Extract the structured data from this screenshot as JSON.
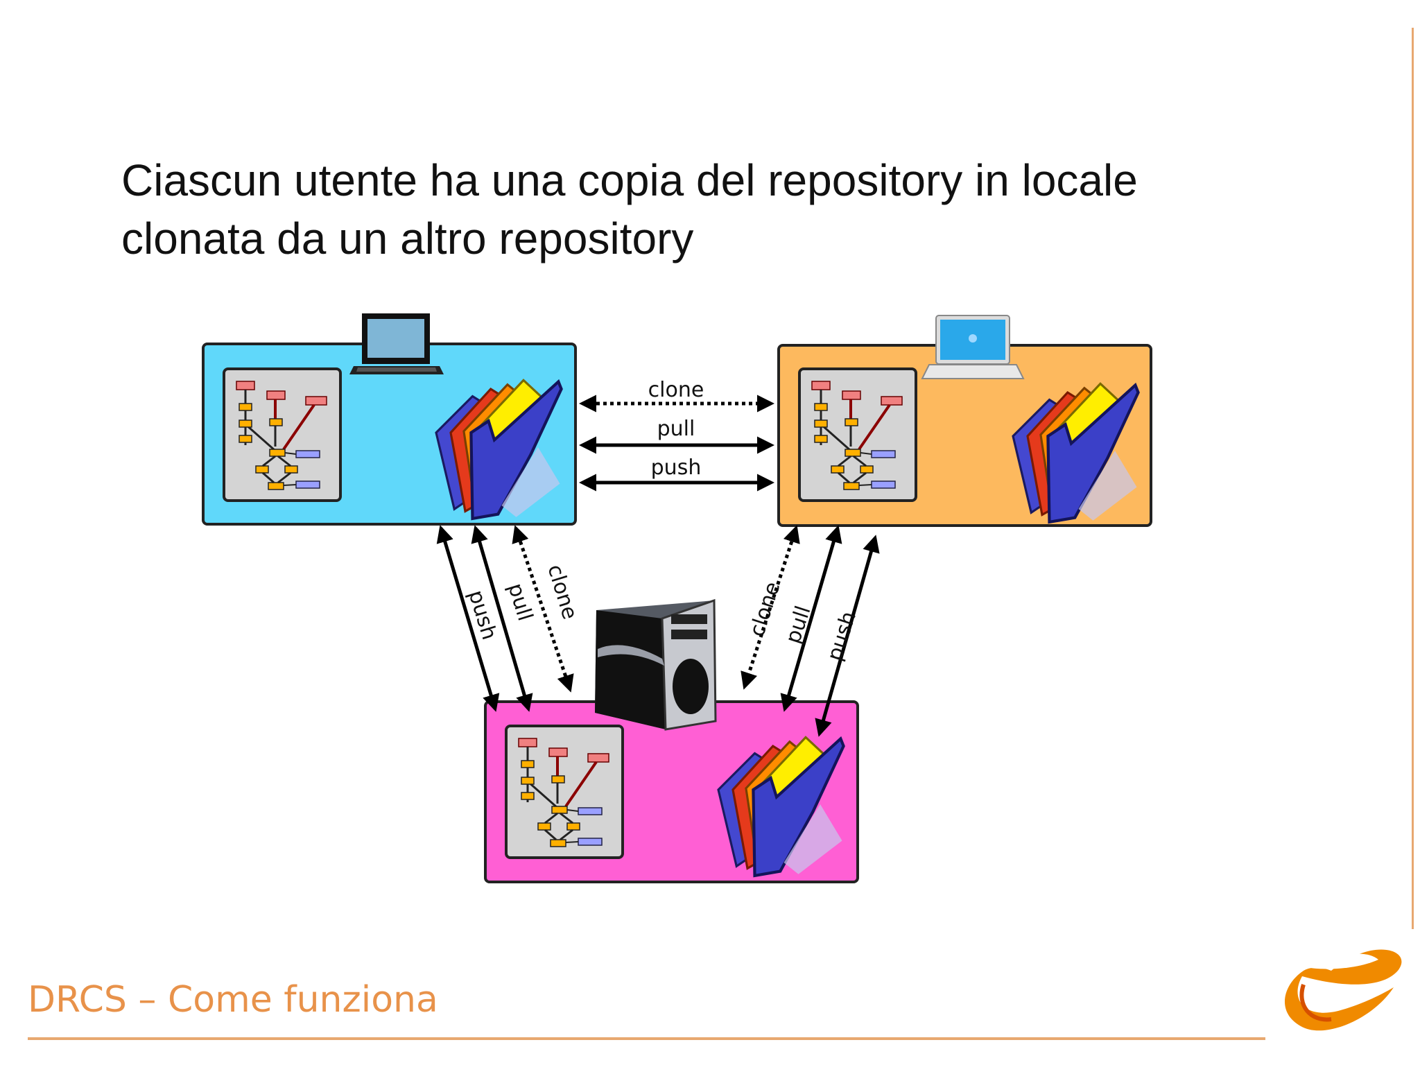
{
  "slide": {
    "title_lines": [
      "Ciascun utente ha una copia del repository in locale",
      "clonata da un altro repository"
    ],
    "footer_title": "DRCS – Come funziona"
  },
  "diagram": {
    "nodes": [
      {
        "name": "left-repository",
        "device": "laptop-icon",
        "color": "#60d8fa"
      },
      {
        "name": "right-repository",
        "device": "macbook-icon",
        "color": "#fdb95e"
      },
      {
        "name": "server-repository",
        "device": "server-tower-icon",
        "color": "#ff5fd4"
      }
    ],
    "edge_labels": {
      "top_clone": "clone",
      "top_pull": "pull",
      "top_push": "push",
      "left_push": "push",
      "left_pull": "pull",
      "left_clone": "clone",
      "right_clone": "clone",
      "right_pull": "pull",
      "right_push": "push"
    }
  },
  "colors": {
    "accent": "#e8924a",
    "folder_blue": "#3b40c8",
    "folder_red": "#e53a1c",
    "folder_orange": "#ff8c00",
    "folder_yellow": "#ffee00"
  }
}
